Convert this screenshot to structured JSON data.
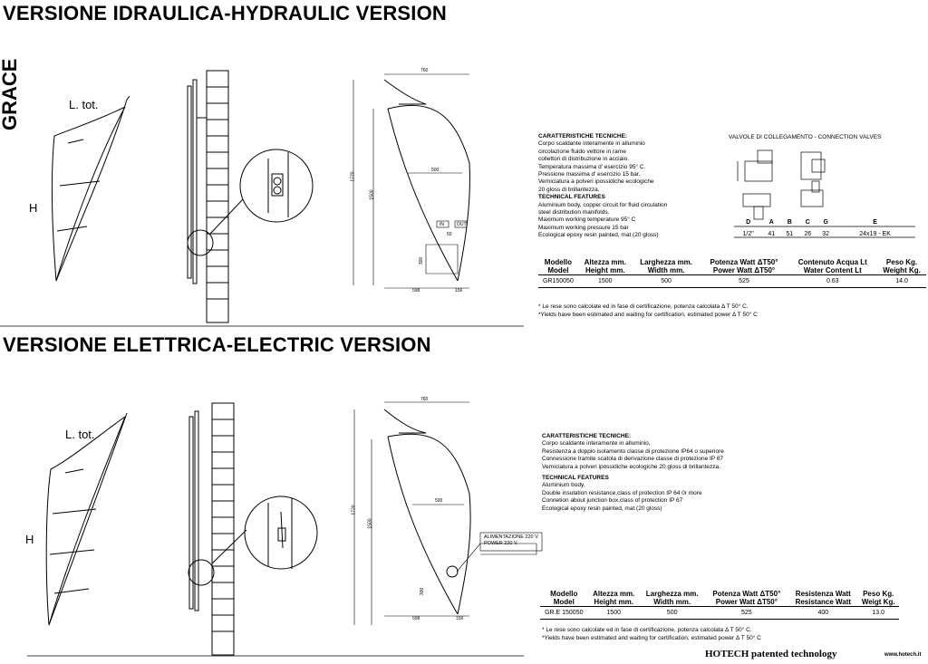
{
  "headings": {
    "hydraulic": "VERSIONE IDRAULICA-HYDRAULIC VERSION",
    "electric": "VERSIONE ELETTRICA-ELECTRIC VERSION"
  },
  "model_name": "GRACE",
  "drawing_labels": {
    "l_tot": "L. tot.",
    "h": "H",
    "dim_760": "760",
    "dim_1720": "1720",
    "dim_1500": "1500",
    "dim_500": "500",
    "dim_300": "300",
    "dim_598": "598",
    "dim_156": "156",
    "dim_50": "50",
    "in": "IN",
    "out": "OUT"
  },
  "power_label": [
    "ALIMENTAZIONE 220 V.",
    "POWER 220 V."
  ],
  "hydraulic_specs": {
    "it_title": "CARATTERISTICHE TECNICHE:",
    "it_lines": [
      "Corpo scaldante interamente in alluminio",
      "circolazione fluido vettore in rame",
      "collettori di distribuzione in acciaio.",
      "Temperatura massima d' esercizio 95° C.",
      "Pressione massima d' esercizio 15 bar.",
      "Verniciatura a polveri ipossidiche ecologiche",
      "20 gloss di brillantezza."
    ],
    "en_title": "TECHNICAL FEATURES",
    "en_lines": [
      "Aluminium body, copper circuit for fluid circulation",
      "steel distribution manifolds.",
      "Maximum working temperature 95° C",
      "Maximum working pressure 15 bar",
      "Ecological epoxy resin painted, mat (20 gloss)"
    ]
  },
  "valves": {
    "title": "VALVOLE DI COLLEGAMENTO - CONNECTION VALVES",
    "headers": [
      "D",
      "A",
      "B",
      "C",
      "G",
      "E"
    ],
    "row": [
      "1/2\"",
      "41",
      "51",
      "26",
      "32",
      "24x19 - EK"
    ]
  },
  "hydraulic_table": {
    "headers": [
      [
        "Modello",
        "Model"
      ],
      [
        "Altezza mm.",
        "Height mm."
      ],
      [
        "Larghezza mm.",
        "Width mm."
      ],
      [
        "Potenza Watt ΔT50°",
        "Power Watt ΔT50°"
      ],
      [
        "Contenuto Acqua Lt",
        "Water Content Lt"
      ],
      [
        "Peso Kg.",
        "Weight Kg."
      ]
    ],
    "row": [
      "GR150050",
      "1500",
      "500",
      "525",
      "0.63",
      "14.0"
    ],
    "notes": [
      "* Le rese sono calcolate ed in fase di certificazione, potenza calcolata  Δ T 50° C.",
      "*Yields have been estimated and waiting for certification, estimated power Δ T 50° C"
    ]
  },
  "electric_specs": {
    "it_title": "CARATTERISTICHE TECNICHE:",
    "it_lines": [
      "Corpo scaldante interamente in alluminio,",
      "Resistenza a doppio isolamento classe di protezione IP64 o superiore",
      "Connessione tramite scatola di derivazione classe di protezione IP 67",
      "Verniciatura a polveri ipossidiche ecologiche 20 gloss di brillantezza."
    ],
    "en_title": "TECHNICAL FEATURES",
    "en_lines": [
      "Aluminium body.",
      "Double insulation resistance,class of protection IP 64 0r more",
      "Connetion about junction box,class of protection IP 67",
      "Ecological epoxy resin painted, mat (20 gloss)"
    ]
  },
  "electric_table": {
    "headers": [
      [
        "Modello",
        "Model"
      ],
      [
        "Altezza mm.",
        "Height mm."
      ],
      [
        "Larghezza mm.",
        "Width mm."
      ],
      [
        "Potenza Watt ΔT50°",
        "Power Watt ΔT50°"
      ],
      [
        "Resistenza Watt",
        "Resistance Watt"
      ],
      [
        "Peso Kg.",
        "Weigt Kg."
      ]
    ],
    "row": [
      "GR.E 150050",
      "1500",
      "500",
      "525",
      "400",
      "13.0"
    ],
    "notes": [
      "* Le rese sono calcolate ed in fase di certificazione, potenza calcolata  Δ T 50° C.",
      "*Yields have been estimated and waiting for certification, estimated power Δ T 50° C"
    ]
  },
  "footer": {
    "tech": "HOTECH patented technology",
    "url": "www.hotech.it"
  }
}
